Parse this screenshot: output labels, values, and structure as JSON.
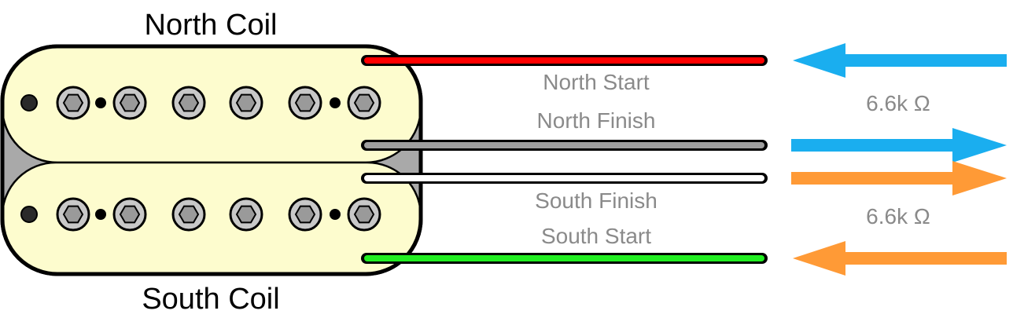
{
  "pickup": {
    "north_coil": {
      "label": "North Coil",
      "wires": {
        "start": {
          "label": "North Start",
          "color": "#ff0000"
        },
        "finish": {
          "label": "North Finish",
          "color": "#a0a0a0"
        }
      },
      "resistance": "6.6k Ω",
      "arrow_color": "#1aaeef"
    },
    "south_coil": {
      "label": "South Coil",
      "wires": {
        "finish": {
          "label": "South Finish",
          "color": "#ffffff"
        },
        "start": {
          "label": "South Start",
          "color": "#22ee22"
        }
      },
      "resistance": "6.6k Ω",
      "arrow_color": "#ff9a36"
    },
    "colors": {
      "coil_fill": "#fdfcce",
      "bobbin_gray": "#a9a9a9",
      "screw_fill": "#c8c8c8",
      "screw_inner": "#9a9a9a",
      "outline": "#000000"
    }
  }
}
